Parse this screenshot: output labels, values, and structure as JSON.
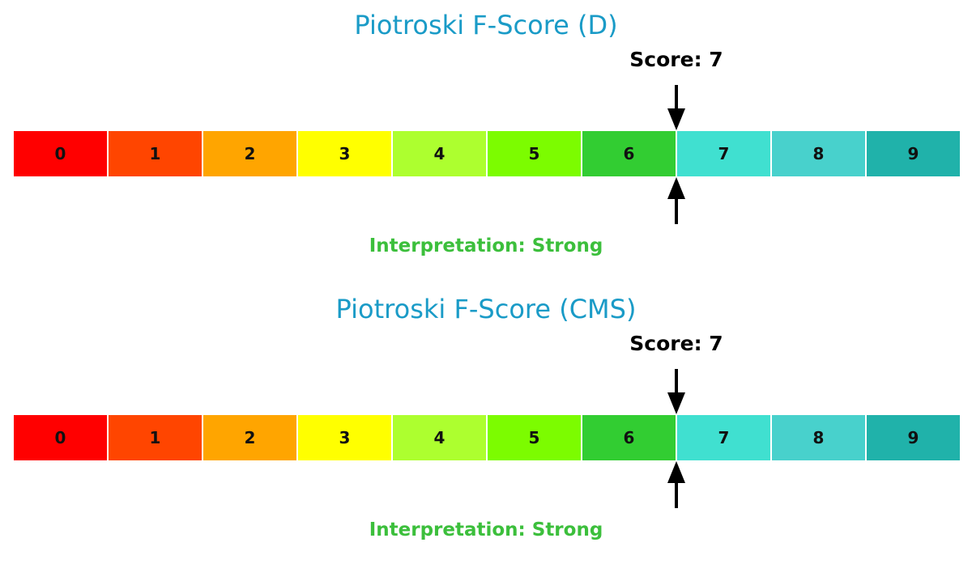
{
  "chart_data": [
    {
      "type": "gauge",
      "title": "Piotroski F-Score (D)",
      "score": 7,
      "score_label": "Score: 7",
      "segments": [
        "0",
        "1",
        "2",
        "3",
        "4",
        "5",
        "6",
        "7",
        "8",
        "9"
      ],
      "interpretation": "Interpretation: Strong"
    },
    {
      "type": "gauge",
      "title": "Piotroski F-Score (CMS)",
      "score": 7,
      "score_label": "Score: 7",
      "segments": [
        "0",
        "1",
        "2",
        "3",
        "4",
        "5",
        "6",
        "7",
        "8",
        "9"
      ],
      "interpretation": "Interpretation: Strong"
    }
  ],
  "colors": {
    "title": "#1a9bc7",
    "interpretation": "#3cbf3c",
    "arrow": "#000000",
    "segments": [
      "#ff0000",
      "#ff4500",
      "#ffa500",
      "#ffff00",
      "#adff2f",
      "#7cfc00",
      "#32cd32",
      "#40e0d0",
      "#48d1cc",
      "#20b2aa"
    ]
  }
}
